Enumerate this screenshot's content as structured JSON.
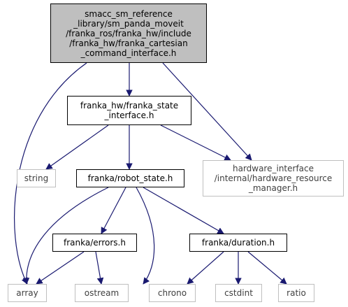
{
  "graph": {
    "nodes": {
      "root": "smacc_sm_reference\n_library/sm_panda_moveit\n/franka_ros/franka_hw/include\n/franka_hw/franka_cartesian\n_command_interface.h",
      "state_iface": "franka_hw/franka_state\n_interface.h",
      "string": "string",
      "hw_res_mgr": "hardware_interface\n/internal/hardware_resource\n_manager.h",
      "robot_state": "franka/robot_state.h",
      "errors": "franka/errors.h",
      "duration": "franka/duration.h",
      "array": "array",
      "ostream": "ostream",
      "chrono": "chrono",
      "cstdint": "cstdint",
      "ratio": "ratio"
    },
    "edges": [
      [
        "root",
        "state_iface"
      ],
      [
        "root",
        "array"
      ],
      [
        "root",
        "hw_res_mgr"
      ],
      [
        "state_iface",
        "string"
      ],
      [
        "state_iface",
        "robot_state"
      ],
      [
        "state_iface",
        "hw_res_mgr"
      ],
      [
        "robot_state",
        "array"
      ],
      [
        "robot_state",
        "errors"
      ],
      [
        "robot_state",
        "ostream"
      ],
      [
        "robot_state",
        "duration"
      ],
      [
        "errors",
        "array"
      ],
      [
        "errors",
        "ostream"
      ],
      [
        "duration",
        "chrono"
      ],
      [
        "duration",
        "cstdint"
      ],
      [
        "duration",
        "ratio"
      ]
    ],
    "colors": {
      "edge": "#191970",
      "root_fill": "#bfbfbf",
      "external_border": "#bfbfbf"
    }
  }
}
